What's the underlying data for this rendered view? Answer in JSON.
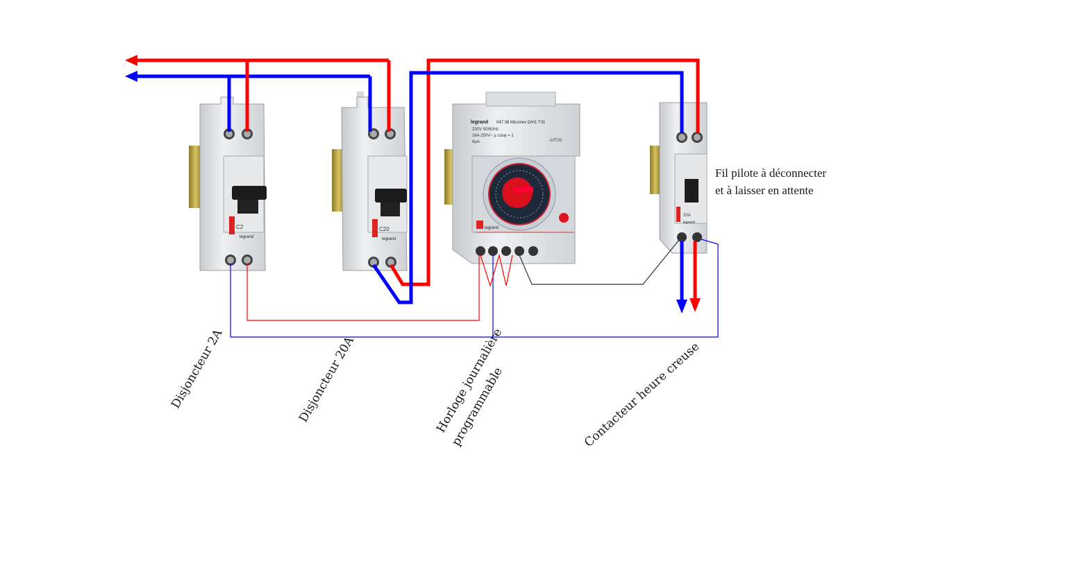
{
  "labels": {
    "breaker_2a": "Disjoncteur 2A",
    "breaker_20a": "Disjoncteur 20A",
    "clock_line1": "Horloge journalière",
    "clock_line2": "programmable",
    "contactor": "Contacteur heure creuse"
  },
  "note": {
    "line1": "Fil pilote à déconnecter",
    "line2": "et à laisser en attente"
  },
  "device_text": {
    "brand": "legrand",
    "clock_header": "047 38 Microrex D/H1 T31",
    "clock_spec1": "230V 50/60Hz",
    "clock_spec2": "16A 250V~ µ cosφ = 1",
    "clock_spec3": "6µA",
    "clock_ref": "-10T20",
    "breaker_rating_2a": "C2",
    "breaker_rating_20a": "C20",
    "contactor_rating": "20A"
  },
  "colors": {
    "phase": "#ff0000",
    "neutral": "#0000ff",
    "pilot": "#333333"
  }
}
